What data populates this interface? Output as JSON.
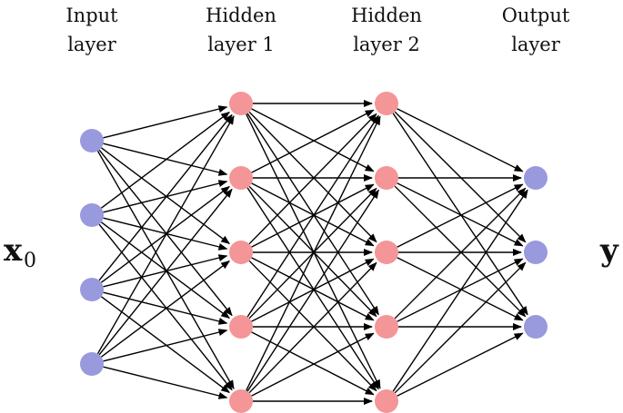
{
  "layers": [
    {
      "title_line1": "Input",
      "title_line2": "layer",
      "nodes": 4,
      "color": "#9999dd"
    },
    {
      "title_line1": "Hidden",
      "title_line2": "layer 1",
      "nodes": 5,
      "color": "#f49597"
    },
    {
      "title_line1": "Hidden",
      "title_line2": "layer 2",
      "nodes": 5,
      "color": "#f49597"
    },
    {
      "title_line1": "Output",
      "title_line2": "layer",
      "nodes": 3,
      "color": "#9999dd"
    }
  ],
  "input_label": {
    "symbol": "x",
    "subscript": "0"
  },
  "output_label": {
    "symbol": "y"
  },
  "edge_color": "#000000",
  "connectivity": "fully-connected"
}
